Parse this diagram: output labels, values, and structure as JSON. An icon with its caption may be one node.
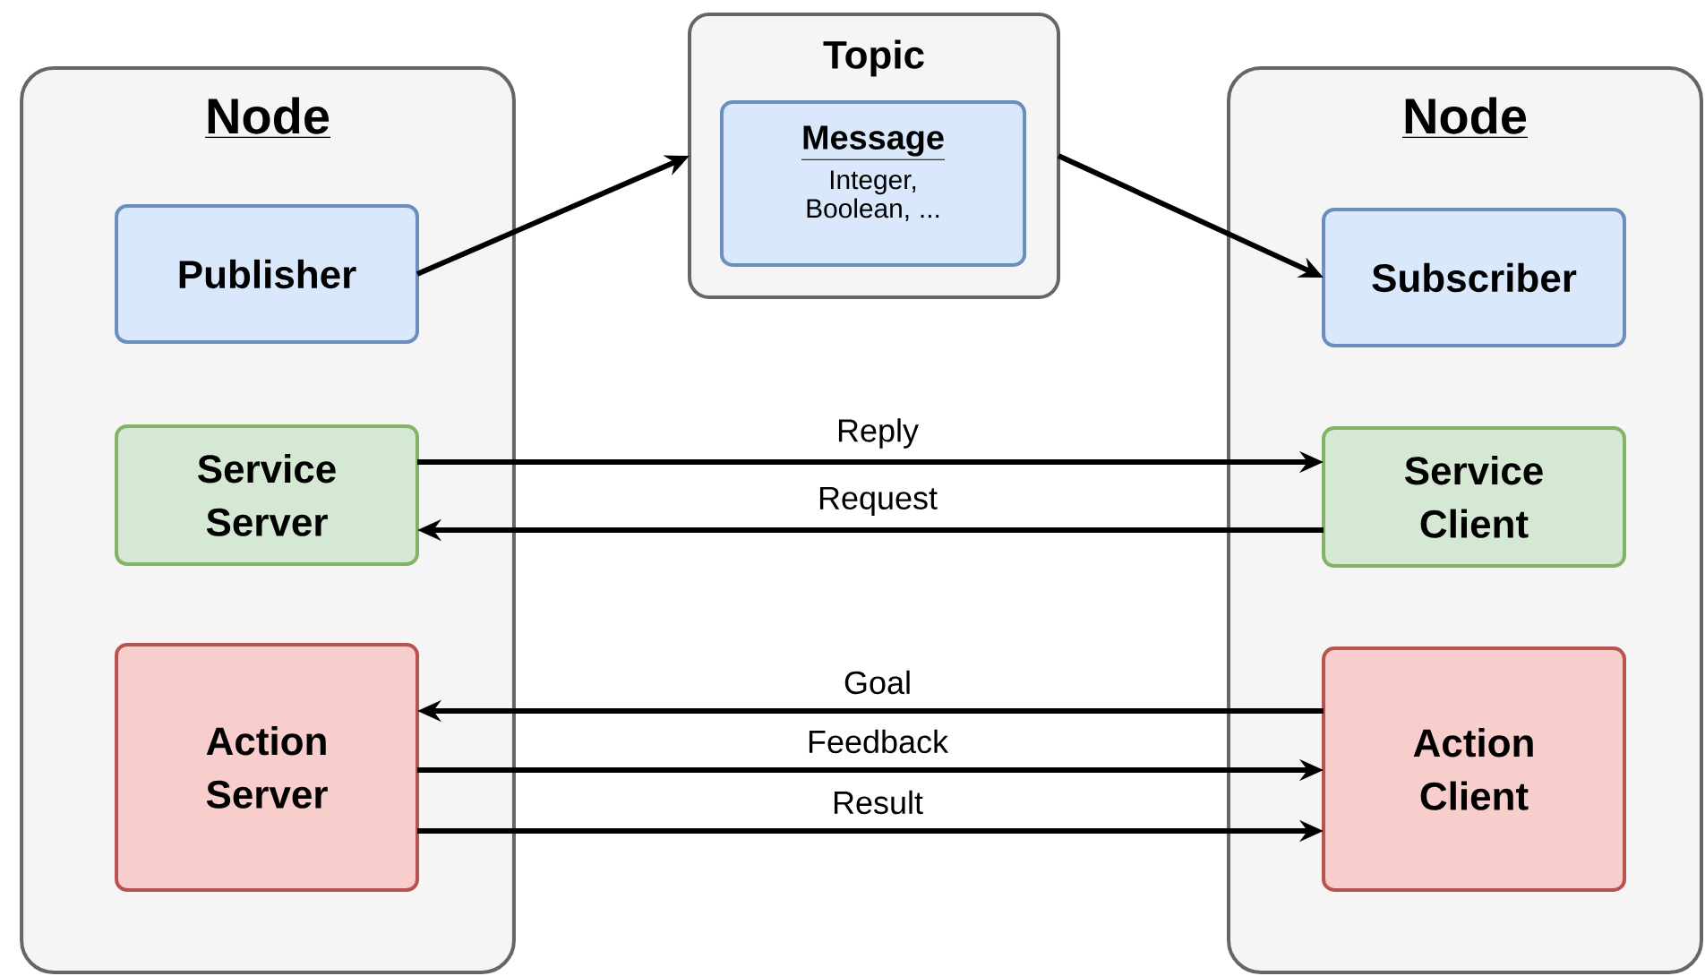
{
  "diagram": {
    "nodes": [
      {
        "text": [
          "Node"
        ]
      },
      {
        "text": [
          "Publisher"
        ],
        "in": 0
      },
      {
        "text": [
          "Service Server"
        ],
        "in": 0
      },
      {
        "text": [
          "Action Server"
        ],
        "in": 0
      },
      {
        "text": [
          "Topic"
        ]
      },
      {
        "text": [
          "Message",
          "Integer, Boolean, ..."
        ],
        "in": 4
      },
      {
        "text": [
          "Node"
        ]
      },
      {
        "text": [
          "Subscriber"
        ],
        "in": 6
      },
      {
        "text": [
          "Service Client"
        ],
        "in": 6
      },
      {
        "text": [
          "Action Client"
        ],
        "in": 6
      }
    ],
    "edges": [
      {
        "from": 1,
        "to": 4,
        "arrow": "to"
      },
      {
        "from": 4,
        "to": 7,
        "arrow": "to"
      },
      {
        "from": 2,
        "to": 8,
        "arrow": "to",
        "label": "Reply"
      },
      {
        "from": 8,
        "to": 2,
        "arrow": "to",
        "label": "Request"
      },
      {
        "from": 9,
        "to": 3,
        "arrow": "to",
        "label": "Goal"
      },
      {
        "from": 3,
        "to": 9,
        "arrow": "to",
        "label": "Feedback"
      },
      {
        "from": 3,
        "to": 9,
        "arrow": "to",
        "label": "Result"
      }
    ]
  }
}
